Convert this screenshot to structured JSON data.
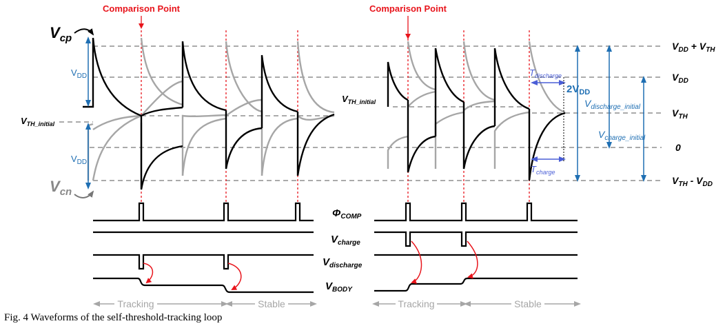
{
  "comparison_label": "Comparison Point",
  "left": {
    "vcp": "V",
    "vcp_sub": "cp",
    "vcn": "V",
    "vcn_sub": "cn",
    "vdd_upper": "V",
    "vdd_upper_sub": "DD",
    "vdd_lower": "V",
    "vdd_lower_sub": "DD",
    "vth_initial": "V",
    "vth_initial_sub": "TH_initial",
    "tracking": "Tracking",
    "stable": "Stable"
  },
  "center": {
    "phi": "Φ",
    "phi_sub": "COMP",
    "vcharge": "V",
    "vcharge_sub": "charge",
    "vdischarge": "V",
    "vdischarge_sub": "discharge",
    "vbody": "V",
    "vbody_sub": "BODY"
  },
  "right": {
    "vth_initial": "V",
    "vth_initial_sub": "TH_initial",
    "t_discharge": "T",
    "t_discharge_sub": "discharge",
    "t_charge": "T",
    "t_charge_sub": "charge",
    "two_vdd": "2V",
    "two_vdd_sub": "DD",
    "v_discharge_initial": "V",
    "v_discharge_initial_sub": "discharge_initial",
    "v_charge_initial": "V",
    "v_charge_initial_sub": "charge_initial",
    "tracking": "Tracking",
    "stable": "Stable"
  },
  "levels": {
    "vdd_plus_vth": "V",
    "vdd_plus_vth_sub1": "DD",
    "vdd_plus_vth_mid": " + V",
    "vdd_plus_vth_sub2": "TH",
    "vdd": "V",
    "vdd_sub": "DD",
    "vth": "V",
    "vth_sub": "TH",
    "zero": "0",
    "vth_minus_vdd": "V",
    "vth_minus_vdd_sub1": "TH",
    "vth_minus_vdd_mid": " - V",
    "vth_minus_vdd_sub2": "DD"
  },
  "caption": "Fig. 4 Waveforms of the self-threshold-tracking loop",
  "colors": {
    "red": "#e8141b",
    "blue": "#1f6fb3",
    "purple": "#4a5ed6",
    "gray": "#a6a6a6",
    "black": "#000000"
  }
}
